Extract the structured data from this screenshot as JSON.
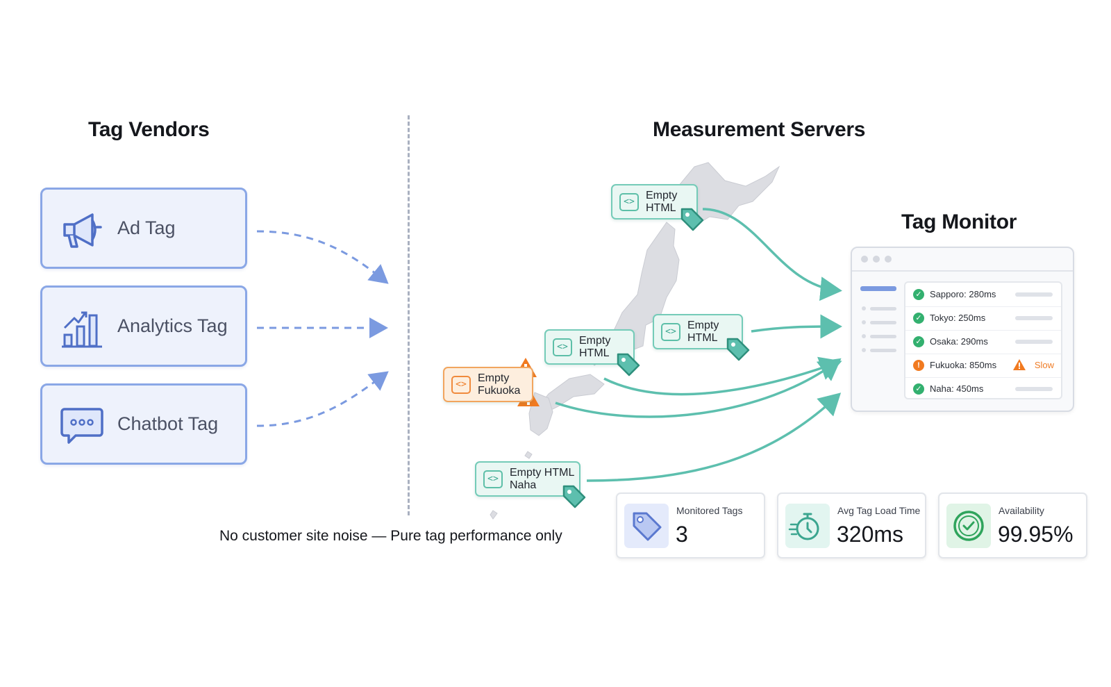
{
  "titles": {
    "vendors": "Tag Vendors",
    "servers": "Measurement Servers",
    "monitor": "Tag Monitor"
  },
  "vendors": [
    {
      "label": "Ad Tag",
      "icon": "megaphone-icon"
    },
    {
      "label": "Analytics Tag",
      "icon": "bar-chart-icon"
    },
    {
      "label": "Chatbot Tag",
      "icon": "chat-bubble-icon"
    }
  ],
  "servers": {
    "sapporo": {
      "line1": "Empty",
      "line2": "HTML"
    },
    "tokyo": {
      "line1": "Empty",
      "line2": "HTML"
    },
    "osaka": {
      "line1": "Empty",
      "line2": "HTML"
    },
    "fukuoka": {
      "line1": "Empty",
      "line2": "Fukuoka"
    },
    "naha": {
      "line1": "Empty HTML",
      "line2": "Naha"
    }
  },
  "monitor_rows": [
    {
      "text": "Sapporo: 280ms",
      "status": "ok"
    },
    {
      "text": "Tokyo: 250ms",
      "status": "ok"
    },
    {
      "text": "Osaka: 290ms",
      "status": "ok"
    },
    {
      "text": "Fukuoka: 850ms",
      "status": "slow",
      "flag": "Slow"
    },
    {
      "text": "Naha: 450ms",
      "status": "ok"
    }
  ],
  "footnote": "No customer site noise — Pure tag performance only",
  "stats": [
    {
      "label": "Monitored Tags",
      "value": "3",
      "icon": "tag-icon"
    },
    {
      "label": "Avg Tag Load Time",
      "value": "320ms",
      "icon": "stopwatch-icon"
    },
    {
      "label": "Availability",
      "value": "99.95%",
      "icon": "check-circle-icon"
    }
  ],
  "colors": {
    "vendor_border": "#8aa7e6",
    "vendor_fill": "#eef2fc",
    "server_border": "#74cbb8",
    "server_fill": "#e9f7f3",
    "teal_arrow": "#5dbfae",
    "blue_arrow": "#7b9ae0",
    "warning": "#f17a20",
    "ok": "#33b06f"
  }
}
